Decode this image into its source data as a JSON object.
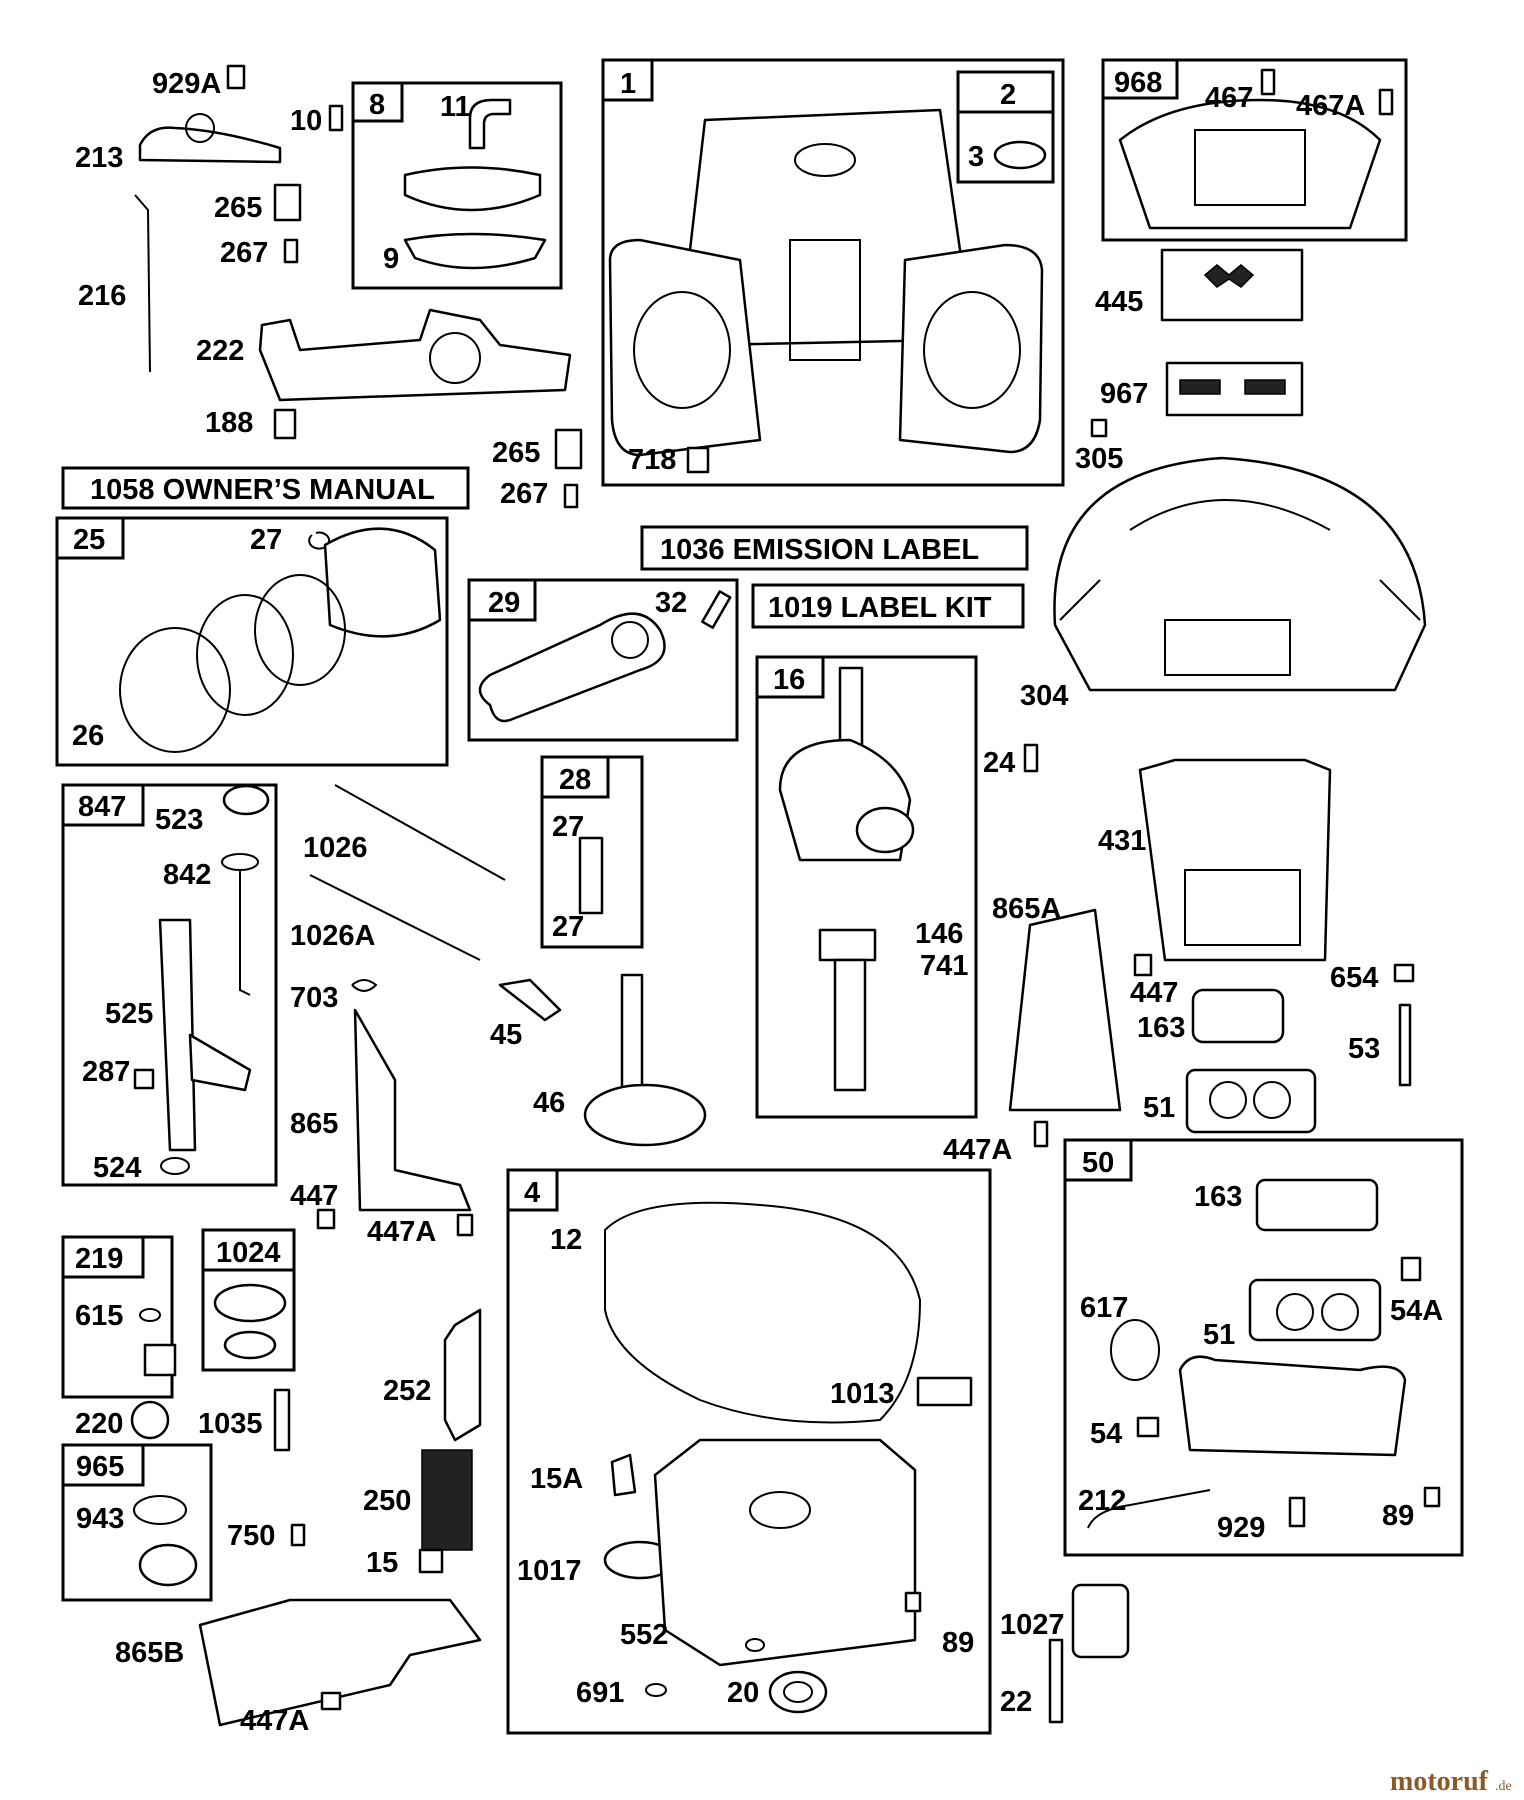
{
  "labels": {
    "p929A_top": "929A",
    "p10": "10",
    "p213": "213",
    "p265_a": "265",
    "p267_a": "267",
    "p216": "216",
    "p222": "222",
    "p188": "188",
    "p265_b": "265",
    "p267_b": "267",
    "g8": "8",
    "p11": "11",
    "p9": "9",
    "g1": "1",
    "g2": "2",
    "p3": "3",
    "p718": "718",
    "g968": "968",
    "p467": "467",
    "p467A": "467A",
    "p445": "445",
    "p967": "967",
    "p305": "305",
    "p304": "304",
    "owners_manual": "1058 OWNER’S MANUAL",
    "emission_label": "1036 EMISSION LABEL",
    "label_kit": "1019 LABEL KIT",
    "g25": "25",
    "p27_a": "27",
    "p26": "26",
    "g29": "29",
    "p32": "32",
    "g16": "16",
    "p24": "24",
    "p146": "146",
    "p741": "741",
    "g28": "28",
    "p27_b": "27",
    "p27_c": "27",
    "g847": "847",
    "p523": "523",
    "p842": "842",
    "p525": "525",
    "p287": "287",
    "p524": "524",
    "p1026": "1026",
    "p1026A": "1026A",
    "p703": "703",
    "p45": "45",
    "p46": "46",
    "p865": "865",
    "p447_a": "447",
    "p447A_a": "447A",
    "p431": "431",
    "p865A": "865A",
    "p447_b": "447",
    "p163_a": "163",
    "p654": "654",
    "p53": "53",
    "p51_a": "51",
    "p447A_b": "447A",
    "g50": "50",
    "p163_b": "163",
    "p617": "617",
    "p51_b": "51",
    "p54A": "54A",
    "p54": "54",
    "p212": "212",
    "p929": "929",
    "p89_b": "89",
    "g219": "219",
    "p615": "615",
    "p220": "220",
    "g1024": "1024",
    "p1035": "1035",
    "p252": "252",
    "p250": "250",
    "p15": "15",
    "g965": "965",
    "p943": "943",
    "p750": "750",
    "p865B": "865B",
    "p447A_c": "447A",
    "g4": "4",
    "p12": "12",
    "p1013": "1013",
    "p15A": "15A",
    "p1017": "1017",
    "p552": "552",
    "p89_a": "89",
    "p691": "691",
    "p20": "20",
    "p1027": "1027",
    "p22": "22"
  },
  "watermark": {
    "brand": "motoruf",
    "tld": ".de"
  }
}
